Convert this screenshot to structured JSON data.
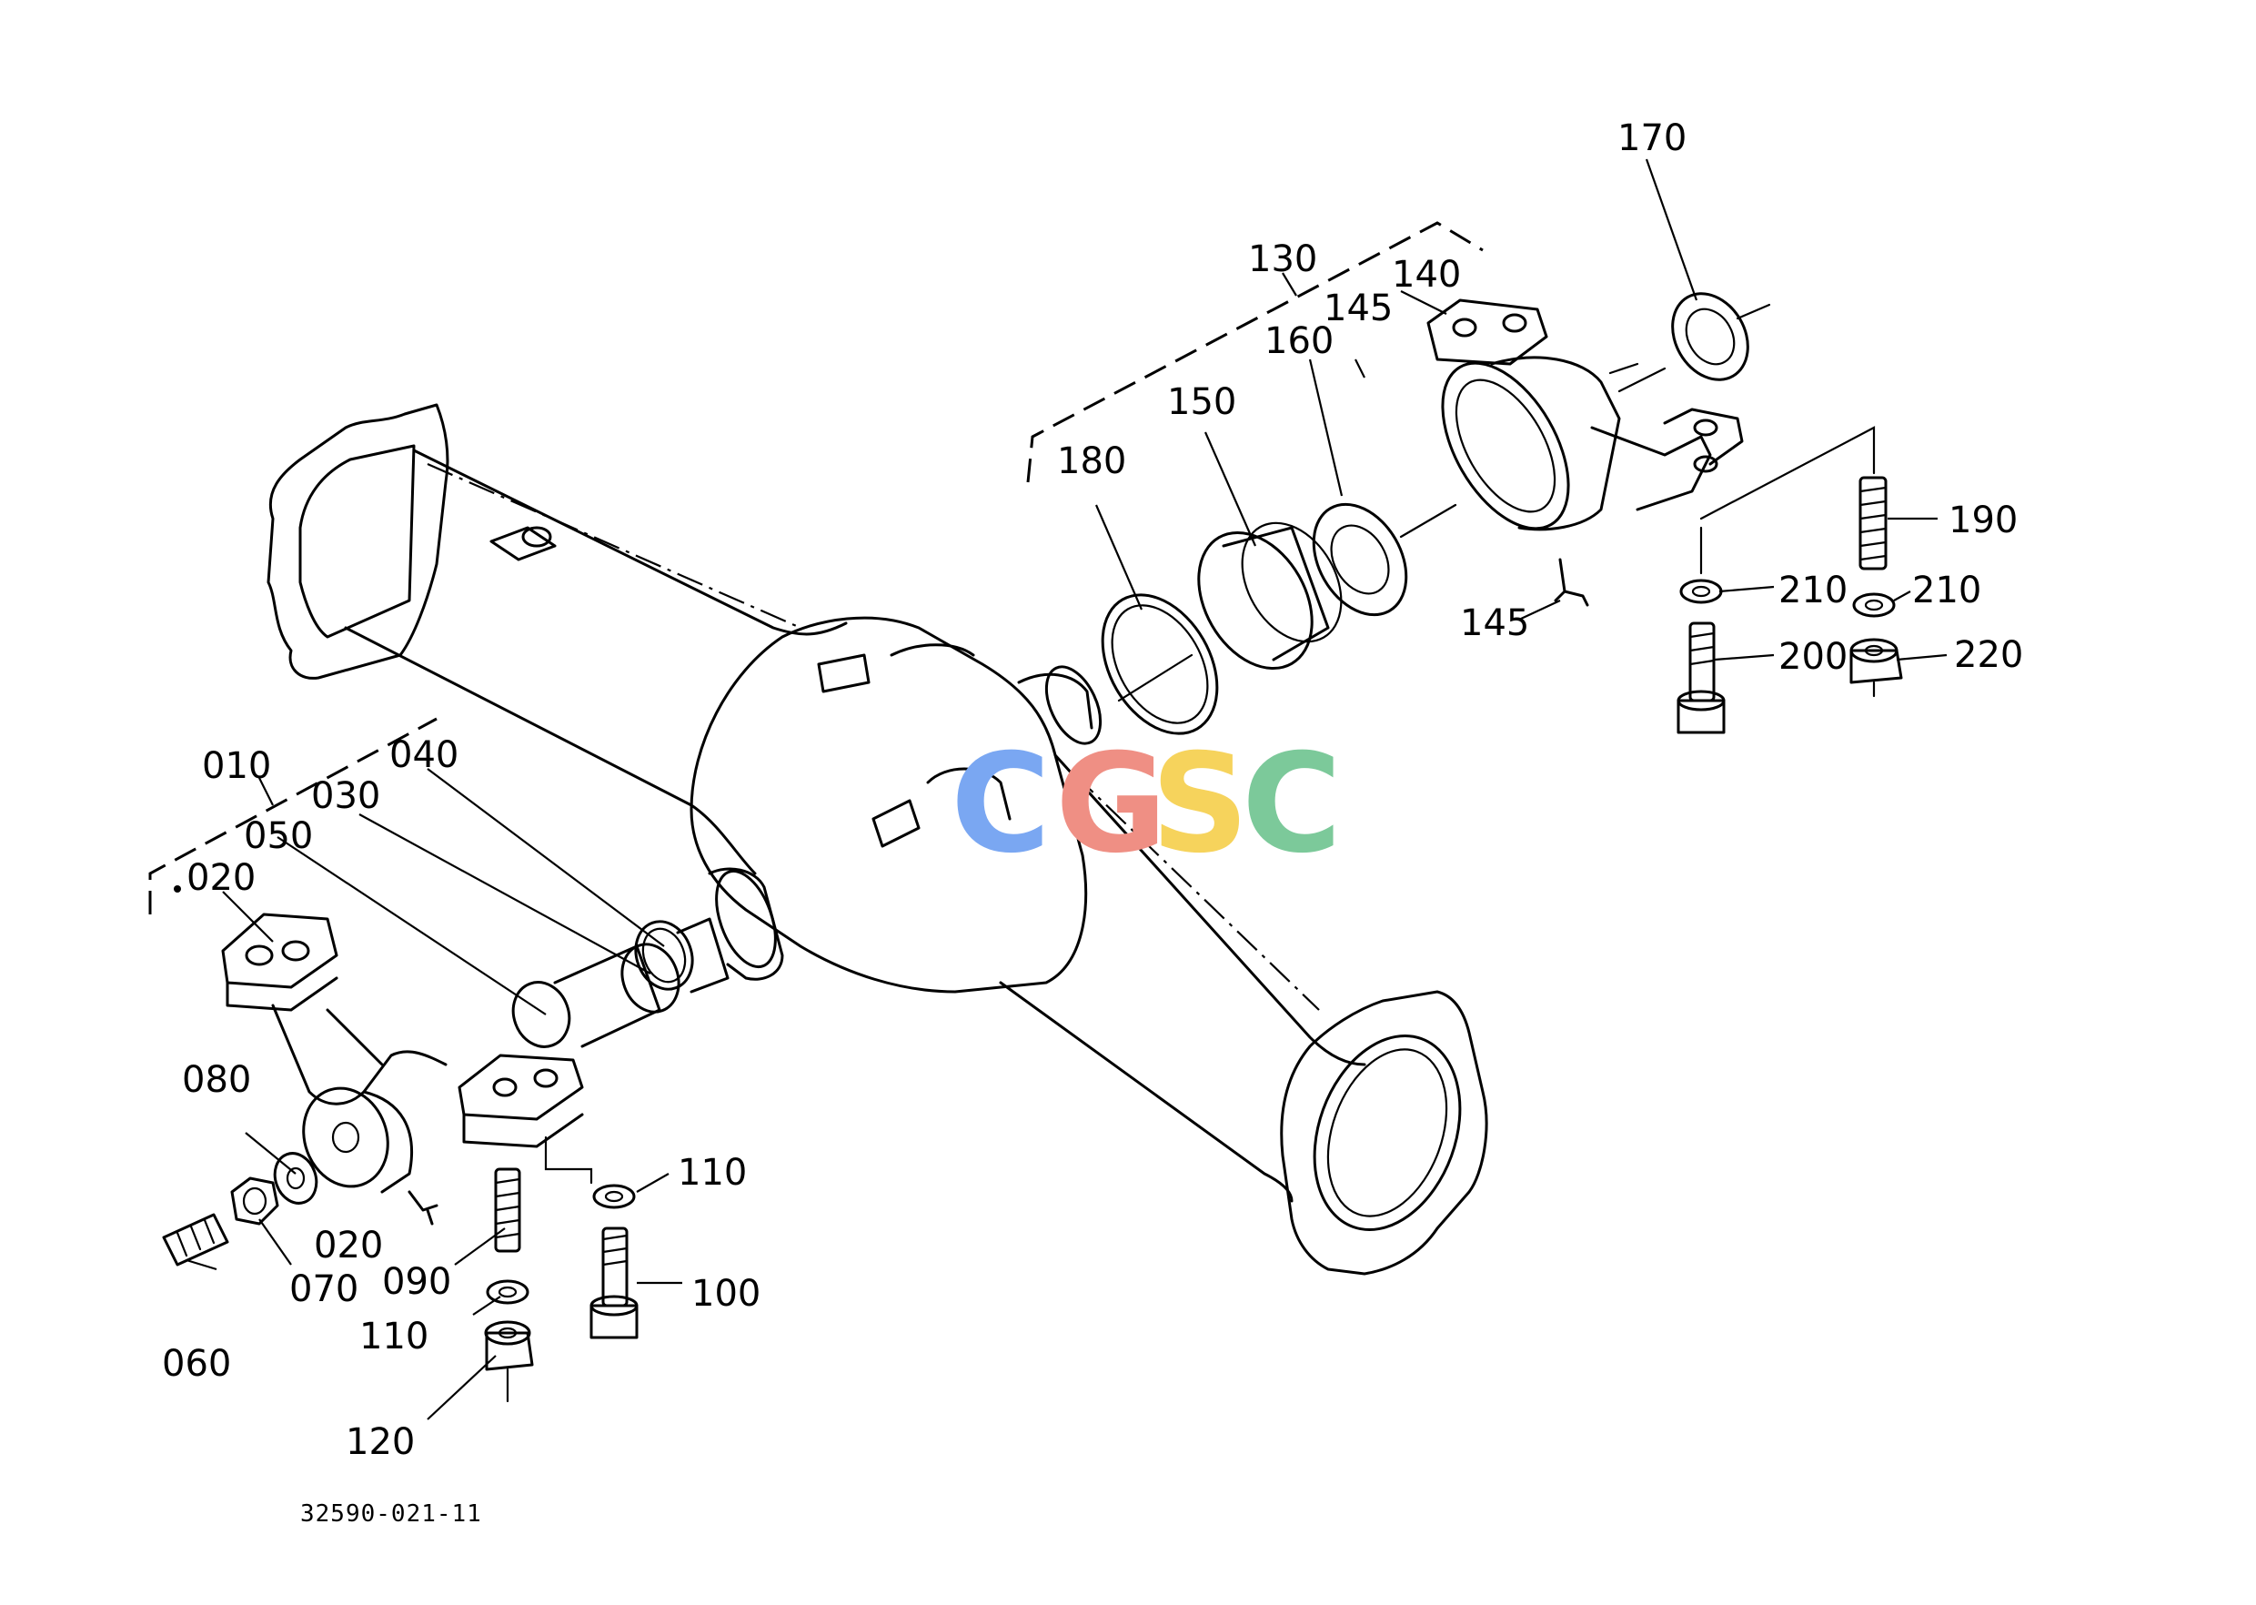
{
  "callouts": {
    "c010": "010",
    "c020a": "020",
    "c020b": "020",
    "c030": "030",
    "c040": "040",
    "c050": "050",
    "c060": "060",
    "c070": "070",
    "c080": "080",
    "c090": "090",
    "c100": "100",
    "c110a": "110",
    "c110b": "110",
    "c120": "120",
    "c130": "130",
    "c140": "140",
    "c145a": "145",
    "c145b": "145",
    "c150": "150",
    "c160": "160",
    "c170": "170",
    "c180": "180",
    "c190": "190",
    "c200": "200",
    "c210a": "210",
    "c210b": "210",
    "c220": "220"
  },
  "drawing_number": "32590-021-11",
  "watermark": {
    "letters": [
      "C",
      "G",
      "S",
      "C"
    ],
    "colors": [
      "#7aa7f2",
      "#ef8f84",
      "#f6d35c",
      "#7cc99a"
    ]
  }
}
